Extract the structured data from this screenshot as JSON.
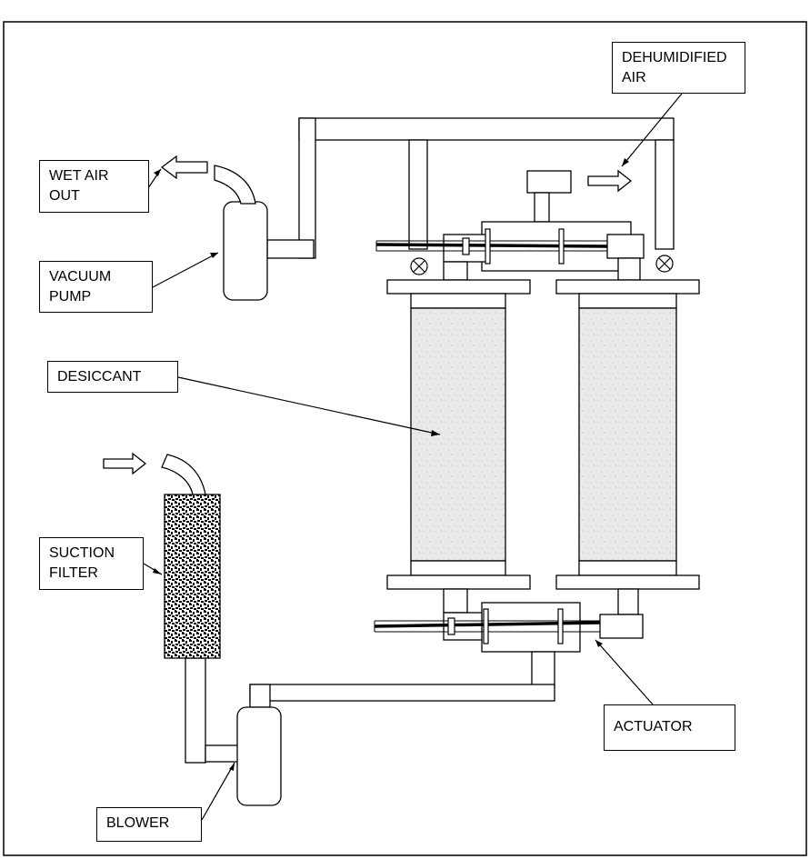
{
  "labels": {
    "dehumidified_air": "DEHUMIDIFIED\nAIR",
    "wet_air_out": "WET AIR\nOUT",
    "vacuum_pump": "VACUUM\nPUMP",
    "desiccant": "DESICCANT",
    "suction_filter": "SUCTION\nFILTER",
    "actuator": "ACTUATOR",
    "blower": "BLOWER"
  }
}
